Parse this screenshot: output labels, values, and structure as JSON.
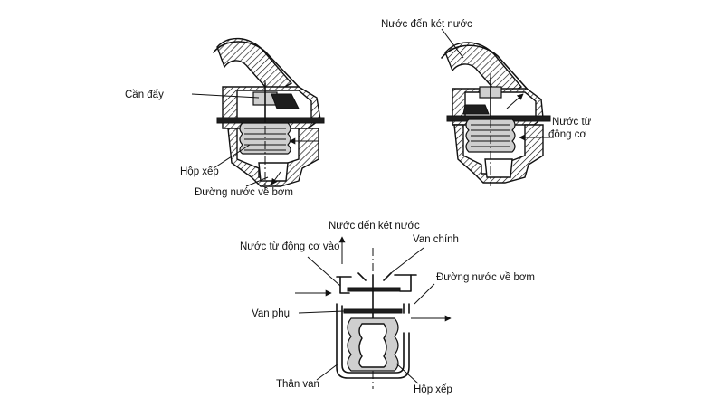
{
  "labels": {
    "top_left_pushrod": "Cần đẩy",
    "top_left_bellows": "Hộp xếp",
    "top_left_return": "Đường nước về bơm",
    "top_right_to_radiator": "Nước đến két nước",
    "top_right_from_engine_1": "Nước từ",
    "top_right_from_engine_2": "động cơ",
    "bottom_to_radiator": "Nước đến két nước",
    "bottom_engine_in": "Nước từ động cơ vào",
    "bottom_main_valve": "Van chính",
    "bottom_return": "Đường nước về bơm",
    "bottom_aux_valve": "Van phụ",
    "bottom_body": "Thân van",
    "bottom_bellows": "Hộp xếp"
  }
}
